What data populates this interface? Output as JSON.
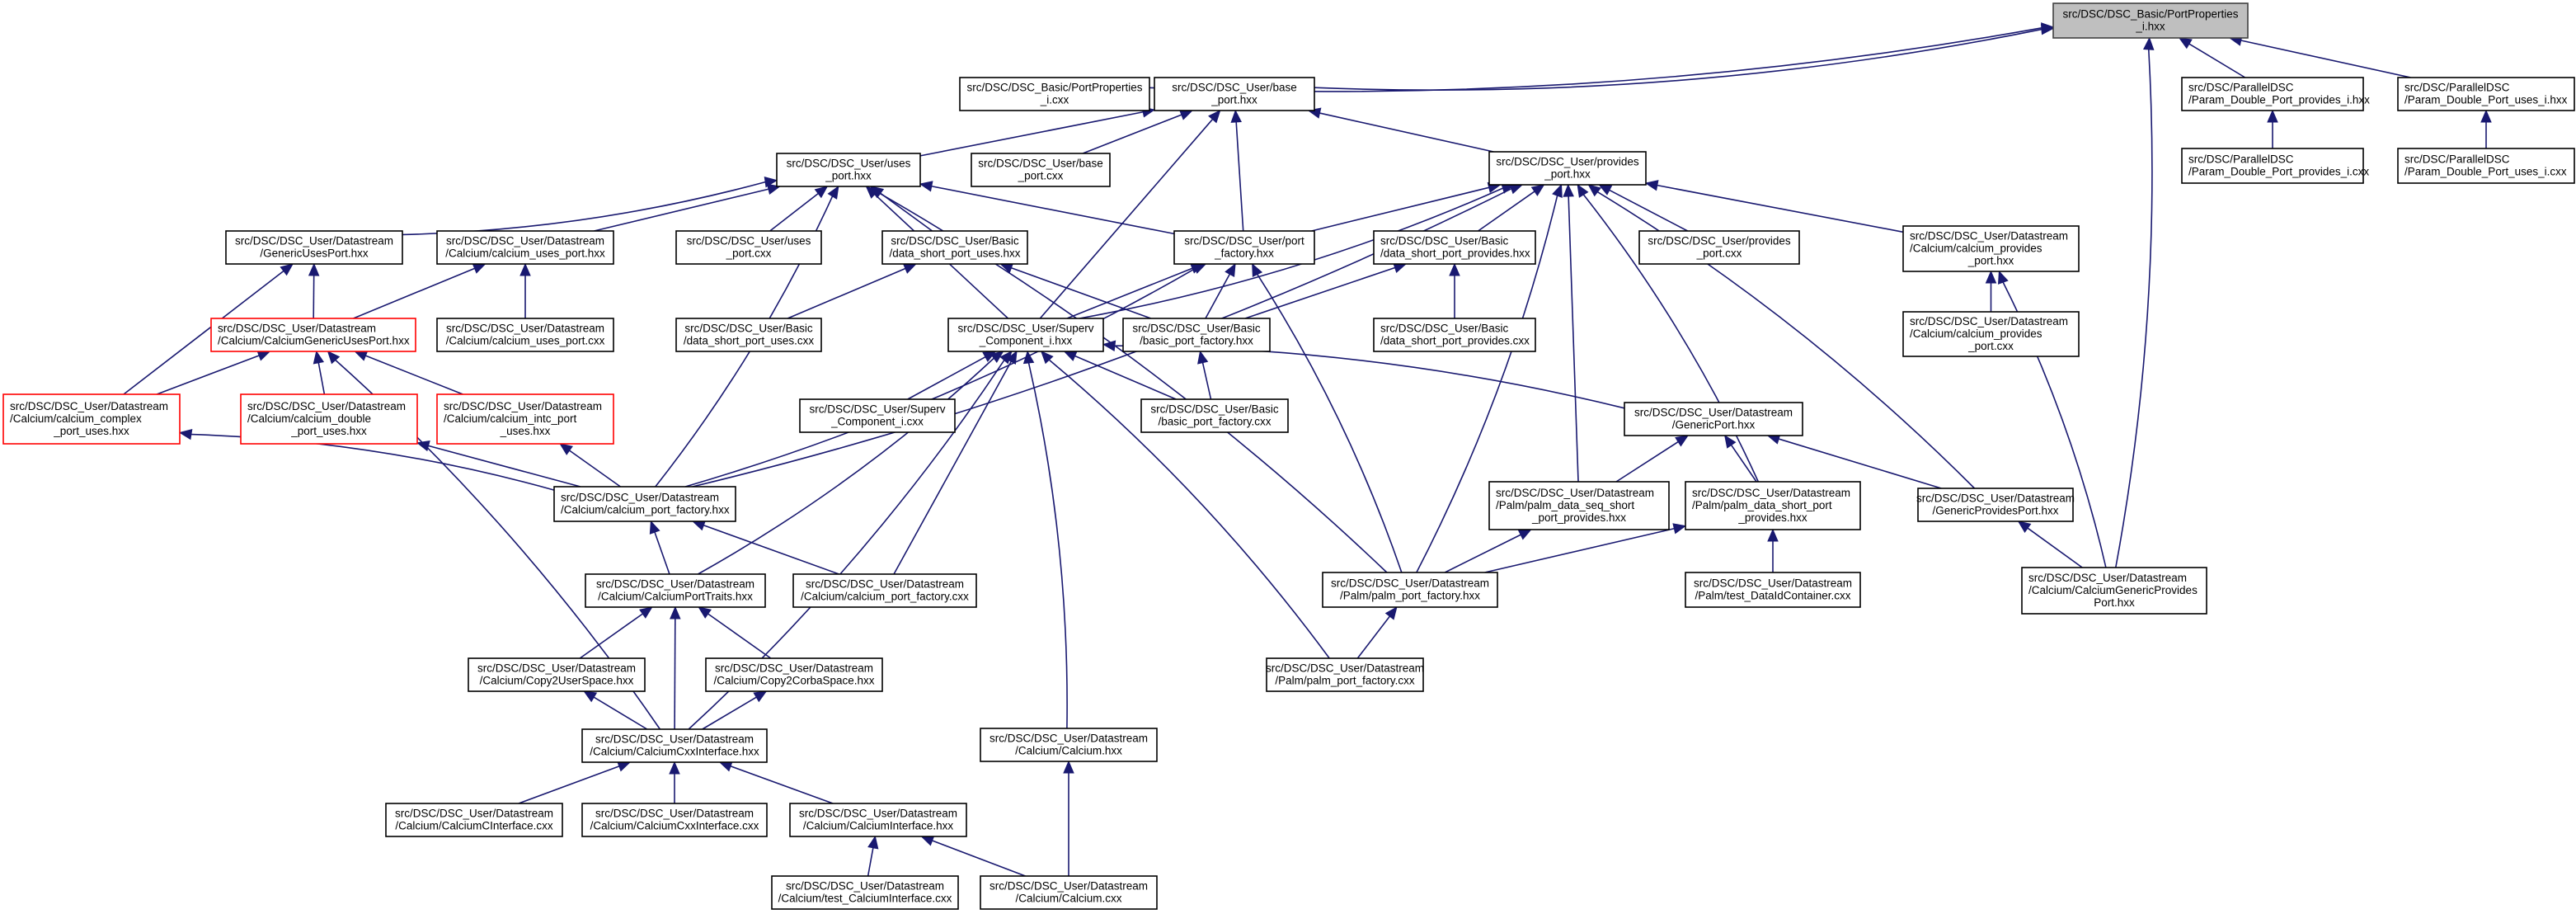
{
  "diagram": {
    "type": "include-dependency-graph",
    "root": "n0",
    "colors": {
      "edge": "#191970",
      "root_fill": "#bfbfbf",
      "node_border": "#000000",
      "truncated_border": "#ff0000"
    },
    "nodes": [
      {
        "id": "n0",
        "lines": [
          "src/DSC/DSC_Basic/PortProperties",
          "_i.hxx"
        ],
        "style": "root"
      },
      {
        "id": "n1",
        "lines": [
          "src/DSC/DSC_Basic/PortProperties",
          "_i.cxx"
        ]
      },
      {
        "id": "n2",
        "lines": [
          "src/DSC/DSC_User/base",
          "_port.hxx"
        ]
      },
      {
        "id": "n3",
        "lines": [
          "src/DSC/ParallelDSC",
          "/Param_Double_Port_provides_i.hxx"
        ],
        "align": "left"
      },
      {
        "id": "n4",
        "lines": [
          "src/DSC/ParallelDSC",
          "/Param_Double_Port_uses_i.hxx"
        ],
        "align": "left"
      },
      {
        "id": "n5",
        "lines": [
          "src/DSC/ParallelDSC",
          "/Param_Double_Port_provides_i.cxx"
        ],
        "align": "left"
      },
      {
        "id": "n6",
        "lines": [
          "src/DSC/ParallelDSC",
          "/Param_Double_Port_uses_i.cxx"
        ],
        "align": "left"
      },
      {
        "id": "n7",
        "lines": [
          "src/DSC/DSC_User/uses",
          "_port.hxx"
        ]
      },
      {
        "id": "n8",
        "lines": [
          "src/DSC/DSC_User/base",
          "_port.cxx"
        ]
      },
      {
        "id": "n9",
        "lines": [
          "src/DSC/DSC_User/provides",
          "_port.hxx"
        ]
      },
      {
        "id": "n10",
        "lines": [
          "src/DSC/DSC_User/Datastream",
          "/GenericUsesPort.hxx"
        ]
      },
      {
        "id": "n11",
        "lines": [
          "src/DSC/DSC_User/Datastream",
          "/Calcium/calcium_uses_port.hxx"
        ]
      },
      {
        "id": "n12",
        "lines": [
          "src/DSC/DSC_User/uses",
          "_port.cxx"
        ]
      },
      {
        "id": "n13",
        "lines": [
          "src/DSC/DSC_User/Basic",
          "/data_short_port_uses.hxx"
        ]
      },
      {
        "id": "n14",
        "lines": [
          "src/DSC/DSC_User/port",
          "_factory.hxx"
        ]
      },
      {
        "id": "n15",
        "lines": [
          "src/DSC/DSC_User/Basic",
          "/data_short_port_provides.hxx"
        ],
        "align": "left"
      },
      {
        "id": "n16",
        "lines": [
          "src/DSC/DSC_User/provides",
          "_port.cxx"
        ]
      },
      {
        "id": "n17",
        "lines": [
          "src/DSC/DSC_User/Datastream",
          "/Calcium/calcium_provides",
          "_port.hxx"
        ],
        "align": "left3"
      },
      {
        "id": "n18",
        "lines": [
          "src/DSC/DSC_User/Datastream",
          "/Calcium/CalciumGenericUsesPort.hxx"
        ],
        "style": "red",
        "align": "left"
      },
      {
        "id": "n19",
        "lines": [
          "src/DSC/DSC_User/Datastream",
          "/Calcium/calcium_uses_port.cxx"
        ]
      },
      {
        "id": "n20",
        "lines": [
          "src/DSC/DSC_User/Basic",
          "/data_short_port_uses.cxx"
        ]
      },
      {
        "id": "n21",
        "lines": [
          "src/DSC/DSC_User/Superv",
          "_Component_i.hxx"
        ]
      },
      {
        "id": "n22",
        "lines": [
          "src/DSC/DSC_User/Basic",
          "/basic_port_factory.hxx"
        ]
      },
      {
        "id": "n23",
        "lines": [
          "src/DSC/DSC_User/Basic",
          "/data_short_port_provides.cxx"
        ],
        "align": "left"
      },
      {
        "id": "n24",
        "lines": [
          "src/DSC/DSC_User/Datastream",
          "/Calcium/calcium_provides",
          "_port.cxx"
        ],
        "align": "left3"
      },
      {
        "id": "n25",
        "lines": [
          "src/DSC/DSC_User/Datastream",
          "/Calcium/calcium_complex",
          "_port_uses.hxx"
        ],
        "style": "red",
        "align": "left3"
      },
      {
        "id": "n26",
        "lines": [
          "src/DSC/DSC_User/Datastream",
          "/Calcium/calcium_double",
          "_port_uses.hxx"
        ],
        "style": "red",
        "align": "left3"
      },
      {
        "id": "n27",
        "lines": [
          "src/DSC/DSC_User/Datastream",
          "/Calcium/calcium_intc_port",
          "_uses.hxx"
        ],
        "style": "red",
        "align": "left3"
      },
      {
        "id": "n28",
        "lines": [
          "src/DSC/DSC_User/Superv",
          "_Component_i.cxx"
        ]
      },
      {
        "id": "n29",
        "lines": [
          "src/DSC/DSC_User/Basic",
          "/basic_port_factory.cxx"
        ]
      },
      {
        "id": "n30",
        "lines": [
          "src/DSC/DSC_User/Datastream",
          "/GenericPort.hxx"
        ]
      },
      {
        "id": "n31",
        "lines": [
          "src/DSC/DSC_User/Datastream",
          "/Calcium/calcium_port_factory.hxx"
        ],
        "align": "left"
      },
      {
        "id": "n32",
        "lines": [
          "src/DSC/DSC_User/Datastream",
          "/Palm/palm_data_seq_short",
          "_port_provides.hxx"
        ],
        "align": "left3"
      },
      {
        "id": "n33",
        "lines": [
          "src/DSC/DSC_User/Datastream",
          "/Palm/palm_data_short_port",
          "_provides.hxx"
        ],
        "align": "left3"
      },
      {
        "id": "n34",
        "lines": [
          "src/DSC/DSC_User/Datastream",
          "/GenericProvidesPort.hxx"
        ]
      },
      {
        "id": "n35",
        "lines": [
          "src/DSC/DSC_User/Datastream",
          "/Calcium/CalciumPortTraits.hxx"
        ]
      },
      {
        "id": "n36",
        "lines": [
          "src/DSC/DSC_User/Datastream",
          "/Calcium/calcium_port_factory.cxx"
        ]
      },
      {
        "id": "n37",
        "lines": [
          "src/DSC/DSC_User/Datastream",
          "/Palm/palm_port_factory.hxx"
        ]
      },
      {
        "id": "n38",
        "lines": [
          "src/DSC/DSC_User/Datastream",
          "/Palm/test_DataIdContainer.cxx"
        ]
      },
      {
        "id": "n39",
        "lines": [
          "src/DSC/DSC_User/Datastream",
          "/Calcium/CalciumGenericProvides",
          "Port.hxx"
        ],
        "align": "left3"
      },
      {
        "id": "n40",
        "lines": [
          "src/DSC/DSC_User/Datastream",
          "/Calcium/Copy2UserSpace.hxx"
        ]
      },
      {
        "id": "n41",
        "lines": [
          "src/DSC/DSC_User/Datastream",
          "/Calcium/Copy2CorbaSpace.hxx"
        ]
      },
      {
        "id": "n42",
        "lines": [
          "src/DSC/DSC_User/Datastream",
          "/Palm/palm_port_factory.cxx"
        ]
      },
      {
        "id": "n43",
        "lines": [
          "src/DSC/DSC_User/Datastream",
          "/Calcium/CalciumCxxInterface.hxx"
        ]
      },
      {
        "id": "n44",
        "lines": [
          "src/DSC/DSC_User/Datastream",
          "/Calcium/Calcium.hxx"
        ]
      },
      {
        "id": "n45",
        "lines": [
          "src/DSC/DSC_User/Datastream",
          "/Calcium/CalciumCInterface.cxx"
        ]
      },
      {
        "id": "n46",
        "lines": [
          "src/DSC/DSC_User/Datastream",
          "/Calcium/CalciumCxxInterface.cxx"
        ]
      },
      {
        "id": "n47",
        "lines": [
          "src/DSC/DSC_User/Datastream",
          "/Calcium/CalciumInterface.hxx"
        ]
      },
      {
        "id": "n48",
        "lines": [
          "src/DSC/DSC_User/Datastream",
          "/Calcium/test_CalciumInterface.cxx"
        ]
      },
      {
        "id": "n49",
        "lines": [
          "src/DSC/DSC_User/Datastream",
          "/Calcium/Calcium.cxx"
        ]
      }
    ],
    "edges": [
      {
        "from": "n1",
        "to": "n0"
      },
      {
        "from": "n2",
        "to": "n0"
      },
      {
        "from": "n3",
        "to": "n0"
      },
      {
        "from": "n4",
        "to": "n0"
      },
      {
        "from": "n39",
        "to": "n0"
      },
      {
        "from": "n5",
        "to": "n3"
      },
      {
        "from": "n6",
        "to": "n4"
      },
      {
        "from": "n7",
        "to": "n2"
      },
      {
        "from": "n8",
        "to": "n2"
      },
      {
        "from": "n9",
        "to": "n2"
      },
      {
        "from": "n14",
        "to": "n2"
      },
      {
        "from": "n21",
        "to": "n2"
      },
      {
        "from": "n10",
        "to": "n7"
      },
      {
        "from": "n11",
        "to": "n7"
      },
      {
        "from": "n12",
        "to": "n7"
      },
      {
        "from": "n13",
        "to": "n7"
      },
      {
        "from": "n14",
        "to": "n7"
      },
      {
        "from": "n21",
        "to": "n7"
      },
      {
        "from": "n31",
        "to": "n7"
      },
      {
        "from": "n37",
        "to": "n7"
      },
      {
        "from": "n15",
        "to": "n9"
      },
      {
        "from": "n16",
        "to": "n9"
      },
      {
        "from": "n17",
        "to": "n9"
      },
      {
        "from": "n14",
        "to": "n9"
      },
      {
        "from": "n21",
        "to": "n9"
      },
      {
        "from": "n31",
        "to": "n9"
      },
      {
        "from": "n32",
        "to": "n9"
      },
      {
        "from": "n33",
        "to": "n9"
      },
      {
        "from": "n34",
        "to": "n9"
      },
      {
        "from": "n37",
        "to": "n9"
      },
      {
        "from": "n18",
        "to": "n10"
      },
      {
        "from": "n25",
        "to": "n10"
      },
      {
        "from": "n18",
        "to": "n11"
      },
      {
        "from": "n19",
        "to": "n11"
      },
      {
        "from": "n20",
        "to": "n13"
      },
      {
        "from": "n22",
        "to": "n13"
      },
      {
        "from": "n21",
        "to": "n14"
      },
      {
        "from": "n22",
        "to": "n14"
      },
      {
        "from": "n31",
        "to": "n14"
      },
      {
        "from": "n37",
        "to": "n14"
      },
      {
        "from": "n23",
        "to": "n15"
      },
      {
        "from": "n22",
        "to": "n15"
      },
      {
        "from": "n24",
        "to": "n17"
      },
      {
        "from": "n39",
        "to": "n17"
      },
      {
        "from": "n25",
        "to": "n18"
      },
      {
        "from": "n26",
        "to": "n18"
      },
      {
        "from": "n27",
        "to": "n18"
      },
      {
        "from": "n43",
        "to": "n18"
      },
      {
        "from": "n28",
        "to": "n21"
      },
      {
        "from": "n29",
        "to": "n21"
      },
      {
        "from": "n30",
        "to": "n21"
      },
      {
        "from": "n35",
        "to": "n21"
      },
      {
        "from": "n36",
        "to": "n21"
      },
      {
        "from": "n42",
        "to": "n21"
      },
      {
        "from": "n43",
        "to": "n21"
      },
      {
        "from": "n44",
        "to": "n21"
      },
      {
        "from": "n29",
        "to": "n22"
      },
      {
        "from": "n32",
        "to": "n30"
      },
      {
        "from": "n33",
        "to": "n30"
      },
      {
        "from": "n34",
        "to": "n30"
      },
      {
        "from": "n31",
        "to": "n25"
      },
      {
        "from": "n31",
        "to": "n26"
      },
      {
        "from": "n31",
        "to": "n27"
      },
      {
        "from": "n35",
        "to": "n31"
      },
      {
        "from": "n36",
        "to": "n31"
      },
      {
        "from": "n37",
        "to": "n32"
      },
      {
        "from": "n37",
        "to": "n33"
      },
      {
        "from": "n38",
        "to": "n33"
      },
      {
        "from": "n39",
        "to": "n34"
      },
      {
        "from": "n40",
        "to": "n35"
      },
      {
        "from": "n41",
        "to": "n35"
      },
      {
        "from": "n43",
        "to": "n35"
      },
      {
        "from": "n42",
        "to": "n37"
      },
      {
        "from": "n43",
        "to": "n40"
      },
      {
        "from": "n43",
        "to": "n41"
      },
      {
        "from": "n45",
        "to": "n43"
      },
      {
        "from": "n46",
        "to": "n43"
      },
      {
        "from": "n47",
        "to": "n43"
      },
      {
        "from": "n48",
        "to": "n47"
      },
      {
        "from": "n49",
        "to": "n47"
      },
      {
        "from": "n49",
        "to": "n44"
      }
    ]
  }
}
